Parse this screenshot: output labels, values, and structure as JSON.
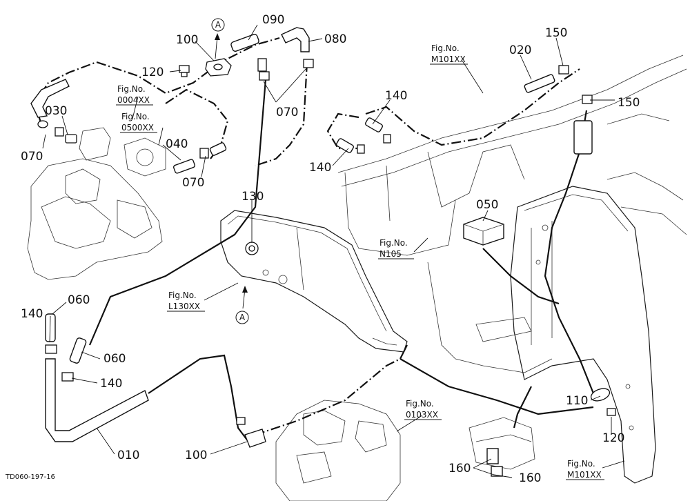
{
  "part_labels": {
    "p090": "090",
    "p100_top": "100",
    "p080": "080",
    "p120_top": "120",
    "p030": "030",
    "p070_left": "070",
    "p040": "040",
    "p070_mid": "070",
    "p070_right": "070",
    "p140_mid": "140",
    "p140_left": "140",
    "p020": "020",
    "p150_top": "150",
    "p150_right": "150",
    "p130": "130",
    "p050": "050",
    "p140_lower1": "140",
    "p060_1": "060",
    "p060_2": "060",
    "p140_lower2": "140",
    "p010": "010",
    "p100_bottom": "100",
    "p110": "110",
    "p120_bottom": "120",
    "p160_1": "160",
    "p160_2": "160"
  },
  "figure_refs": {
    "r0004": {
      "label": "Fig.No.",
      "code": "0004XX"
    },
    "r0500": {
      "label": "Fig.No.",
      "code": "0500XX"
    },
    "rM101_top": {
      "label": "Fig.No.",
      "code": "M101XX"
    },
    "rN105": {
      "label": "Fig.No.",
      "code": "N105"
    },
    "rL130": {
      "label": "Fig.No.",
      "code": "L130XX"
    },
    "r0103": {
      "label": "Fig.No.",
      "code": "0103XX"
    },
    "rM101_bottom": {
      "label": "Fig.No.",
      "code": "M101XX"
    }
  },
  "markers": {
    "top": "A",
    "middle": "A"
  },
  "drawing_code": "TD060-197-16"
}
